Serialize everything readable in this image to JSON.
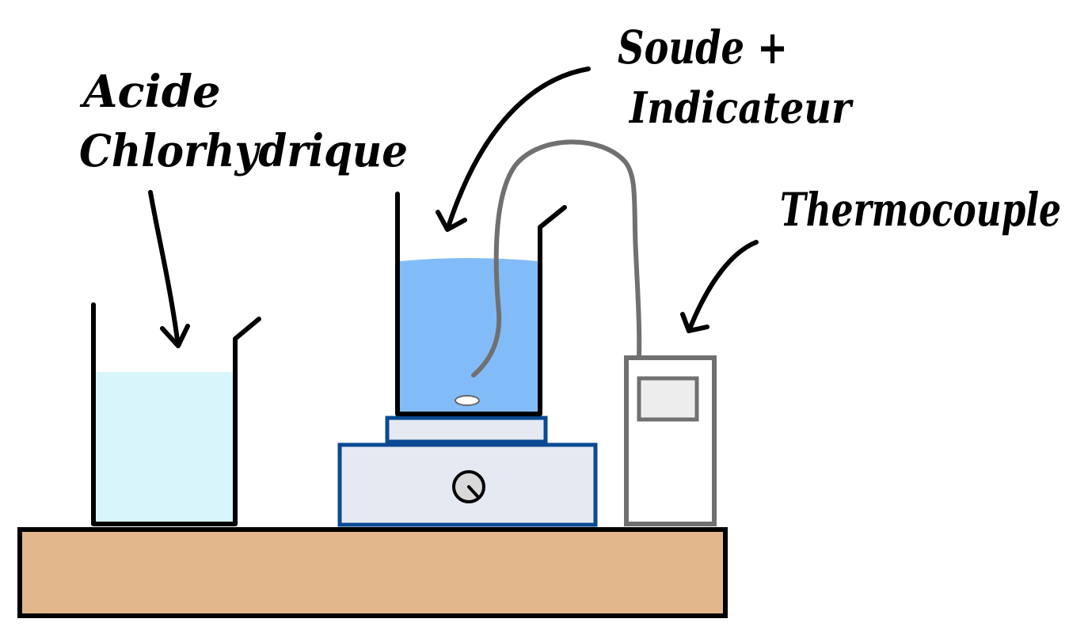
{
  "labels": {
    "acid_line1": "Acide",
    "acid_line2": "Chlorhydrique",
    "base_line1": "Soude +",
    "base_line2": "Indicateur",
    "thermo": "Thermocouple"
  },
  "colors": {
    "bench": "#E3B78C",
    "outline": "#000000",
    "acid_liquid": "#D9F5FC",
    "base_liquid": "#82BCF8",
    "stirrer_fill": "#E5E9F2",
    "stirrer_border": "#0A4A94",
    "probe": "#707070",
    "meter_fill": "#FFFFFF",
    "meter_screen": "#EDEDED"
  },
  "icons": {
    "arrows": "hand-drawn-arrow",
    "knob": "dial-knob-icon"
  }
}
